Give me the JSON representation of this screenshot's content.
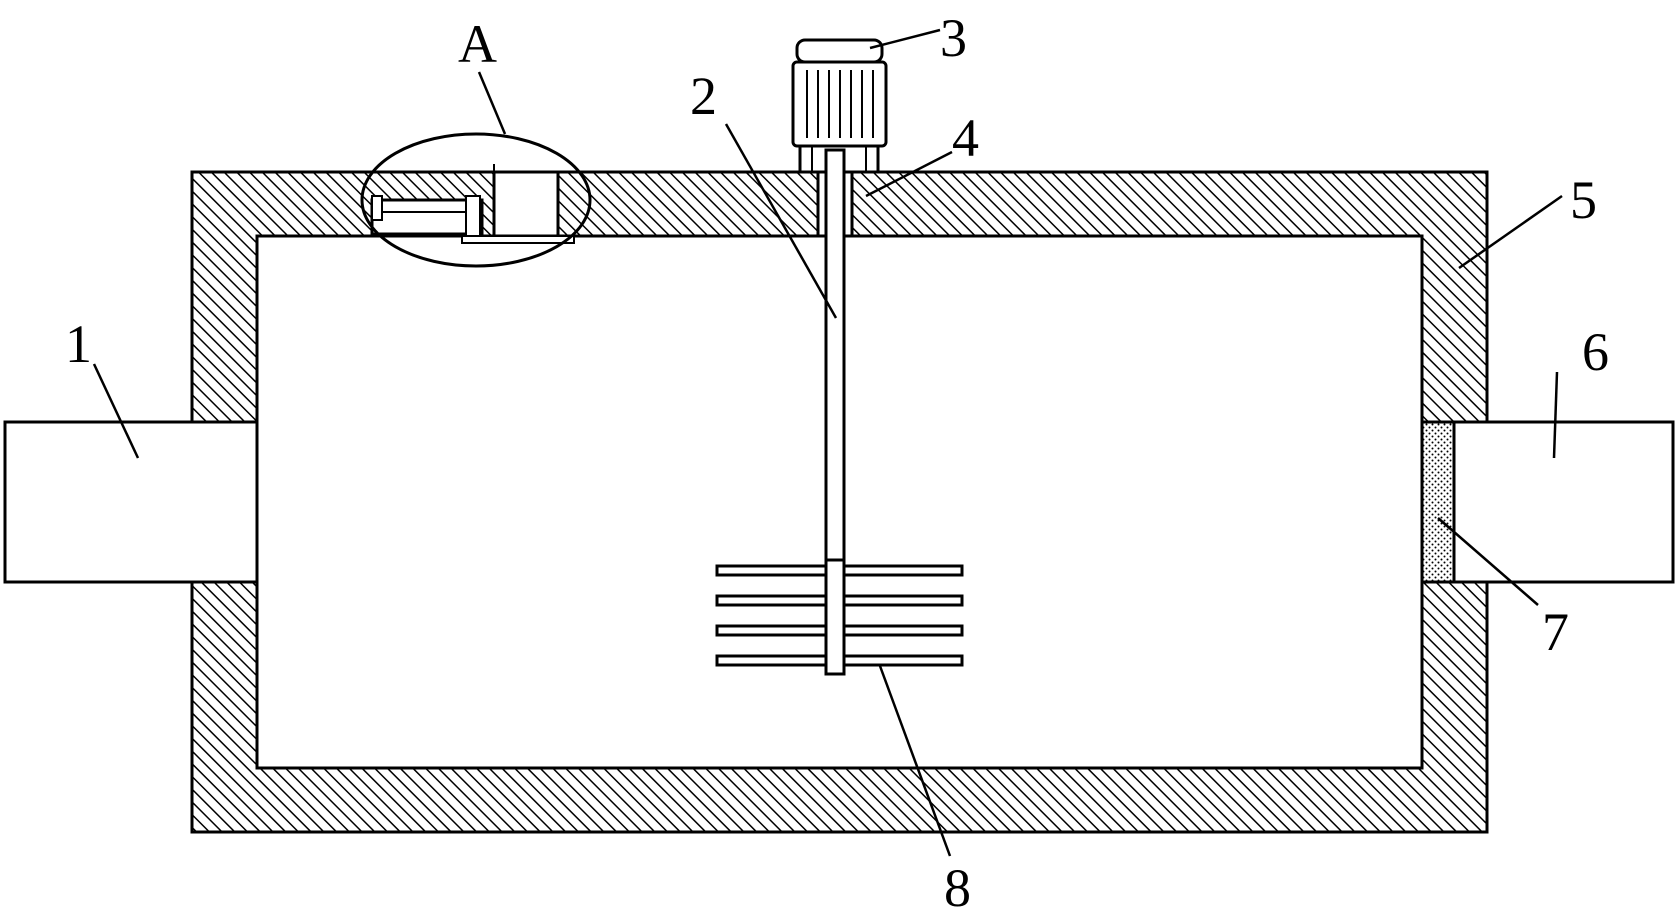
{
  "labels": {
    "inlet": "1",
    "shaft": "2",
    "motor": "3",
    "bearing": "4",
    "housing": "5",
    "outlet": "6",
    "filter": "7",
    "blades": "8",
    "detail": "A"
  },
  "colors": {
    "line": "#000000",
    "background": "#ffffff"
  }
}
